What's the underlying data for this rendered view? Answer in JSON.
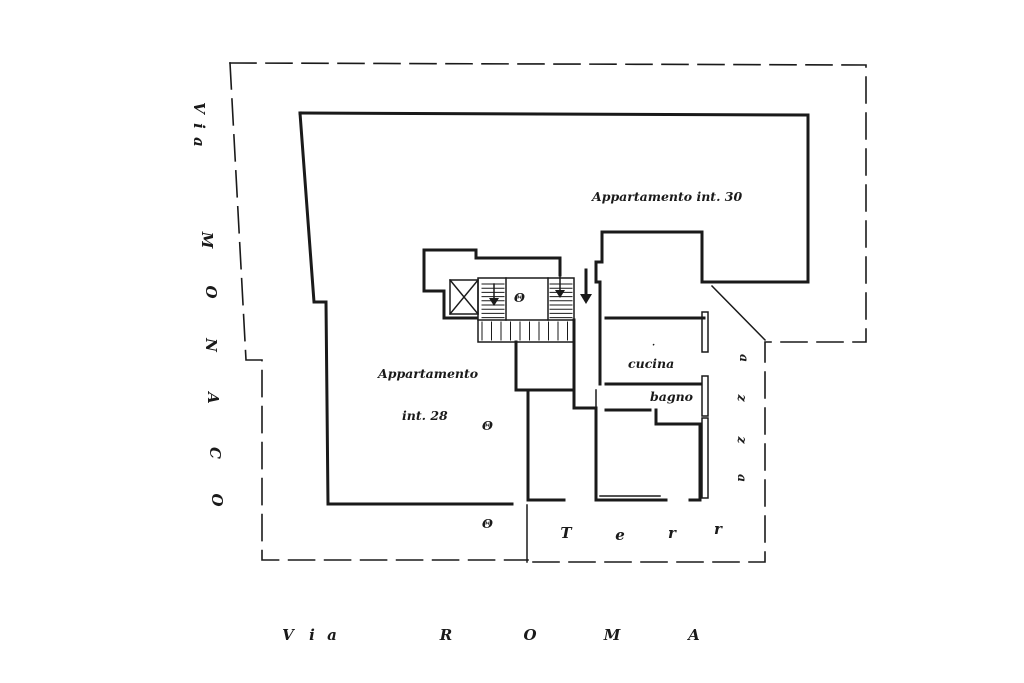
{
  "labels": {
    "apt30": "Appartamento  int. 30",
    "apt28_line1": "Appartamento",
    "apt28_line2": "int. 28",
    "kitchen": "cucina",
    "bath": "bagno",
    "theta": "Θ",
    "kitchen_mark": "·"
  },
  "streets": {
    "roma": [
      "V",
      "i",
      "a",
      "R",
      "O",
      "M",
      "A"
    ],
    "left_vertical": [
      "V",
      "i",
      "a",
      "M",
      "O",
      "N",
      "A",
      "C",
      "O"
    ],
    "terrace_bottom": [
      "T",
      "e",
      "r",
      "r"
    ],
    "terrace_right": [
      "a",
      "z",
      "z",
      "a"
    ]
  },
  "icons": {
    "stair_arrow": "arrow-down-icon",
    "lift": "elevator-cross-icon"
  }
}
